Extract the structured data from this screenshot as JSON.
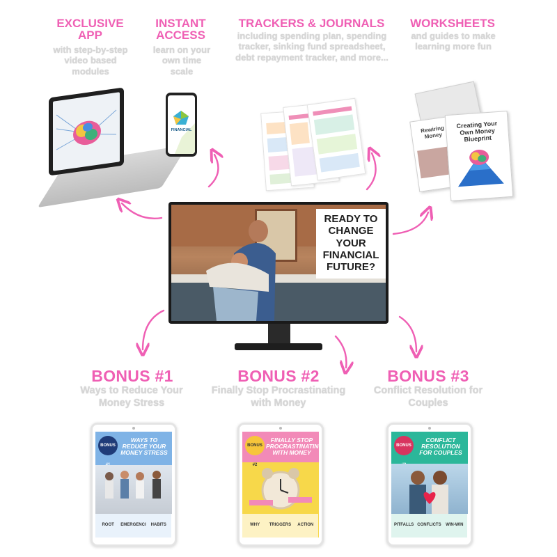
{
  "features": [
    {
      "title": "EXCLUSIVE APP",
      "desc": "with step-by-step video based modules"
    },
    {
      "title": "INSTANT ACCESS",
      "desc": "learn on your own time scale"
    },
    {
      "title": "TRACKERS & JOURNALS",
      "desc": "including spending plan, spending tracker, sinking fund spreadsheet, debt repayment tracker, and more..."
    },
    {
      "title": "WORKSHEETS",
      "desc": "and guides to make learning more fun"
    }
  ],
  "phone": {
    "logo_text": "FINANCIAL"
  },
  "workbook": {
    "front_title": "Creating Your Own Money Blueprint",
    "back_title": "Rewiring Money"
  },
  "monitor": {
    "headline": "READY TO CHANGE YOUR FINANCIAL FUTURE?"
  },
  "bonuses": [
    {
      "title": "BONUS #1",
      "desc": "Ways to Reduce Your Money Stress",
      "badge": "BONUS #1",
      "cover_title": "WAYS TO REDUCE YOUR MONEY STRESS",
      "footer": [
        "ROOT",
        "EMERGENCIES",
        "HABITS"
      ]
    },
    {
      "title": "BONUS #2",
      "desc": "Finally Stop Procrastinating with Money",
      "badge": "BONUS #2",
      "cover_title": "FINALLY STOP PROCRASTINATING WITH MONEY",
      "footer": [
        "WHY",
        "TRIGGERS",
        "ACTION"
      ]
    },
    {
      "title": "BONUS #3",
      "desc": "Conflict Resolution for Couples",
      "badge": "BONUS #3",
      "cover_title": "CONFLICT RESOLUTION FOR COUPLES",
      "footer": [
        "PITFALLS",
        "CONFLICTS",
        "WIN-WIN"
      ]
    }
  ],
  "colors": {
    "accent_pink": "#ef5fb4",
    "muted_text": "#d6d6d6",
    "bonus1_blue": "#7fb3e6",
    "bonus2_yellow": "#f7d84a",
    "bonus3_teal": "#2bb79a"
  }
}
